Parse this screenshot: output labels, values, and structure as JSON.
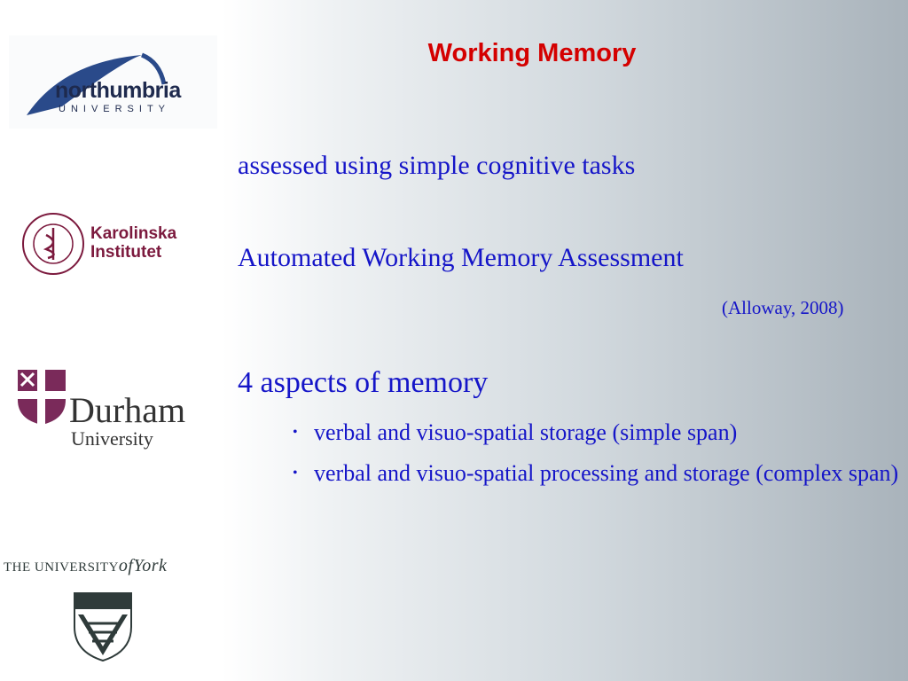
{
  "slide": {
    "title": "Working Memory",
    "line1": "assessed using simple cognitive tasks",
    "line2": "Automated Working Memory Assessment",
    "citation": "(Alloway, 2008)",
    "line3": "4 aspects of  memory",
    "bullets": [
      "verbal and visuo-spatial storage (simple span)",
      "verbal and visuo-spatial processing and storage (complex span)"
    ],
    "bullet_symbol": "•"
  },
  "logos": {
    "northumbria": {
      "name": "northumbria",
      "sub": "UNIVERSITY",
      "color": "#1e2a4e"
    },
    "karolinska": {
      "line1": "Karolinska",
      "line2": "Institutet",
      "color": "#7c1a3e"
    },
    "durham": {
      "name": "Durham",
      "sub": "University",
      "color": "#7a2a5a"
    },
    "york": {
      "prefix": "THE UNIVERSITY",
      "of": "of",
      "name": "York",
      "color": "#2f3b3a"
    }
  },
  "colors": {
    "title": "#d40000",
    "body_text": "#1515c8"
  }
}
